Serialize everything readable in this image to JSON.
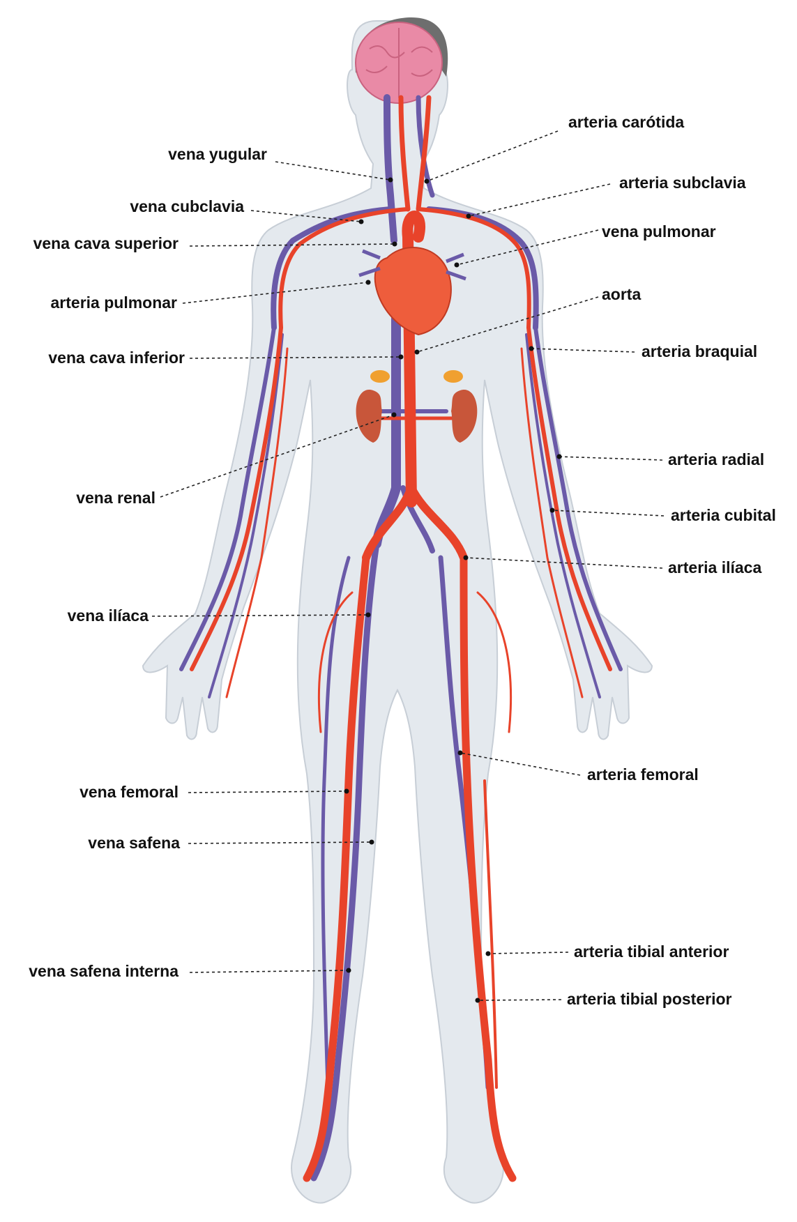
{
  "diagram": {
    "colors": {
      "artery": "#e8432a",
      "vein": "#6a5aa8",
      "body": "#e4e9ee",
      "brain": "#e98aa6",
      "heart": "#ee5d3c",
      "kidney": "#c8563a",
      "adrenal": "#f0a030",
      "hair": "#6e6e6e"
    },
    "labels": {
      "arteria_carotida": "arteria carótida",
      "vena_yugular": "vena yugular",
      "arteria_subclavia": "arteria subclavia",
      "vena_cubclavia": "vena cubclavia",
      "vena_pulmonar": "vena pulmonar",
      "vena_cava_superior": "vena cava superior",
      "aorta": "aorta",
      "arteria_pulmonar": "arteria pulmonar",
      "arteria_braquial": "arteria braquial",
      "vena_cava_inferior": "vena cava inferior",
      "arteria_radial": "arteria radial",
      "vena_renal": "vena renal",
      "arteria_cubital": "arteria cubital",
      "arteria_iliaca": "arteria ilíaca",
      "vena_iliaca": "vena ilíaca",
      "arteria_femoral": "arteria femoral",
      "vena_femoral": "vena femoral",
      "vena_safena": "vena safena",
      "arteria_tibial_anterior": "arteria tibial anterior",
      "vena_safena_interna": "vena safena interna",
      "arteria_tibial_posterior": "arteria tibial posterior"
    }
  }
}
